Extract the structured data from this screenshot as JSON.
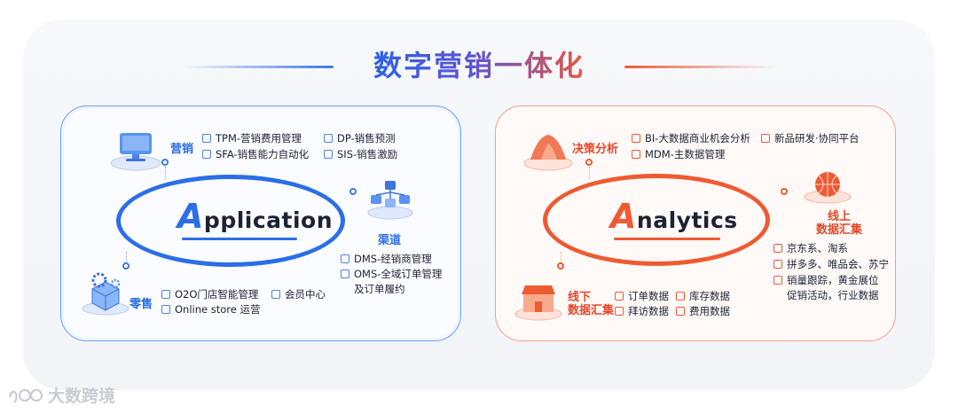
{
  "title": "数字营销一体化",
  "colors": {
    "blue": "#2a6ee8",
    "red": "#ee5a32"
  },
  "left": {
    "big_cap": "A",
    "big_rest": "pplication",
    "marketing": {
      "label": "营销",
      "icon": "monitor-icon",
      "items": [
        "TPM-营销费用管理",
        "SFA-销售能力自动化",
        "DP-销售预测",
        "SIS-销售激励"
      ]
    },
    "channel": {
      "label": "渠道",
      "icon": "network-icon",
      "items": [
        "DMS-经销商管理",
        "OMS-全域订单管理",
        "及订单履约"
      ]
    },
    "retail": {
      "label": "零售",
      "icon": "gear-box-icon",
      "items": [
        "O2O门店智能管理",
        "会员中心",
        "Online store 运营"
      ]
    }
  },
  "right": {
    "big_cap": "A",
    "big_rest": "nalytics",
    "decision": {
      "label": "决策分析",
      "icon": "mountain-icon",
      "items": [
        "BI-大数据商业机会分析",
        "MDM-主数据管理",
        "新品研发·协同平台"
      ]
    },
    "online": {
      "label_line1": "线上",
      "label_line2": "数据汇集",
      "icon": "globe-icon",
      "items": [
        "京东系、淘系",
        "拼多多、唯品会、苏宁",
        "销量跟踪，黄金展位",
        "促销活动，行业数据"
      ]
    },
    "offline": {
      "label_line1": "线下",
      "label_line2": "数据汇集",
      "icon": "store-icon",
      "items": [
        "订单数据",
        "库存数据",
        "拜访数据",
        "费用数据"
      ]
    }
  },
  "watermark": "大数跨境"
}
